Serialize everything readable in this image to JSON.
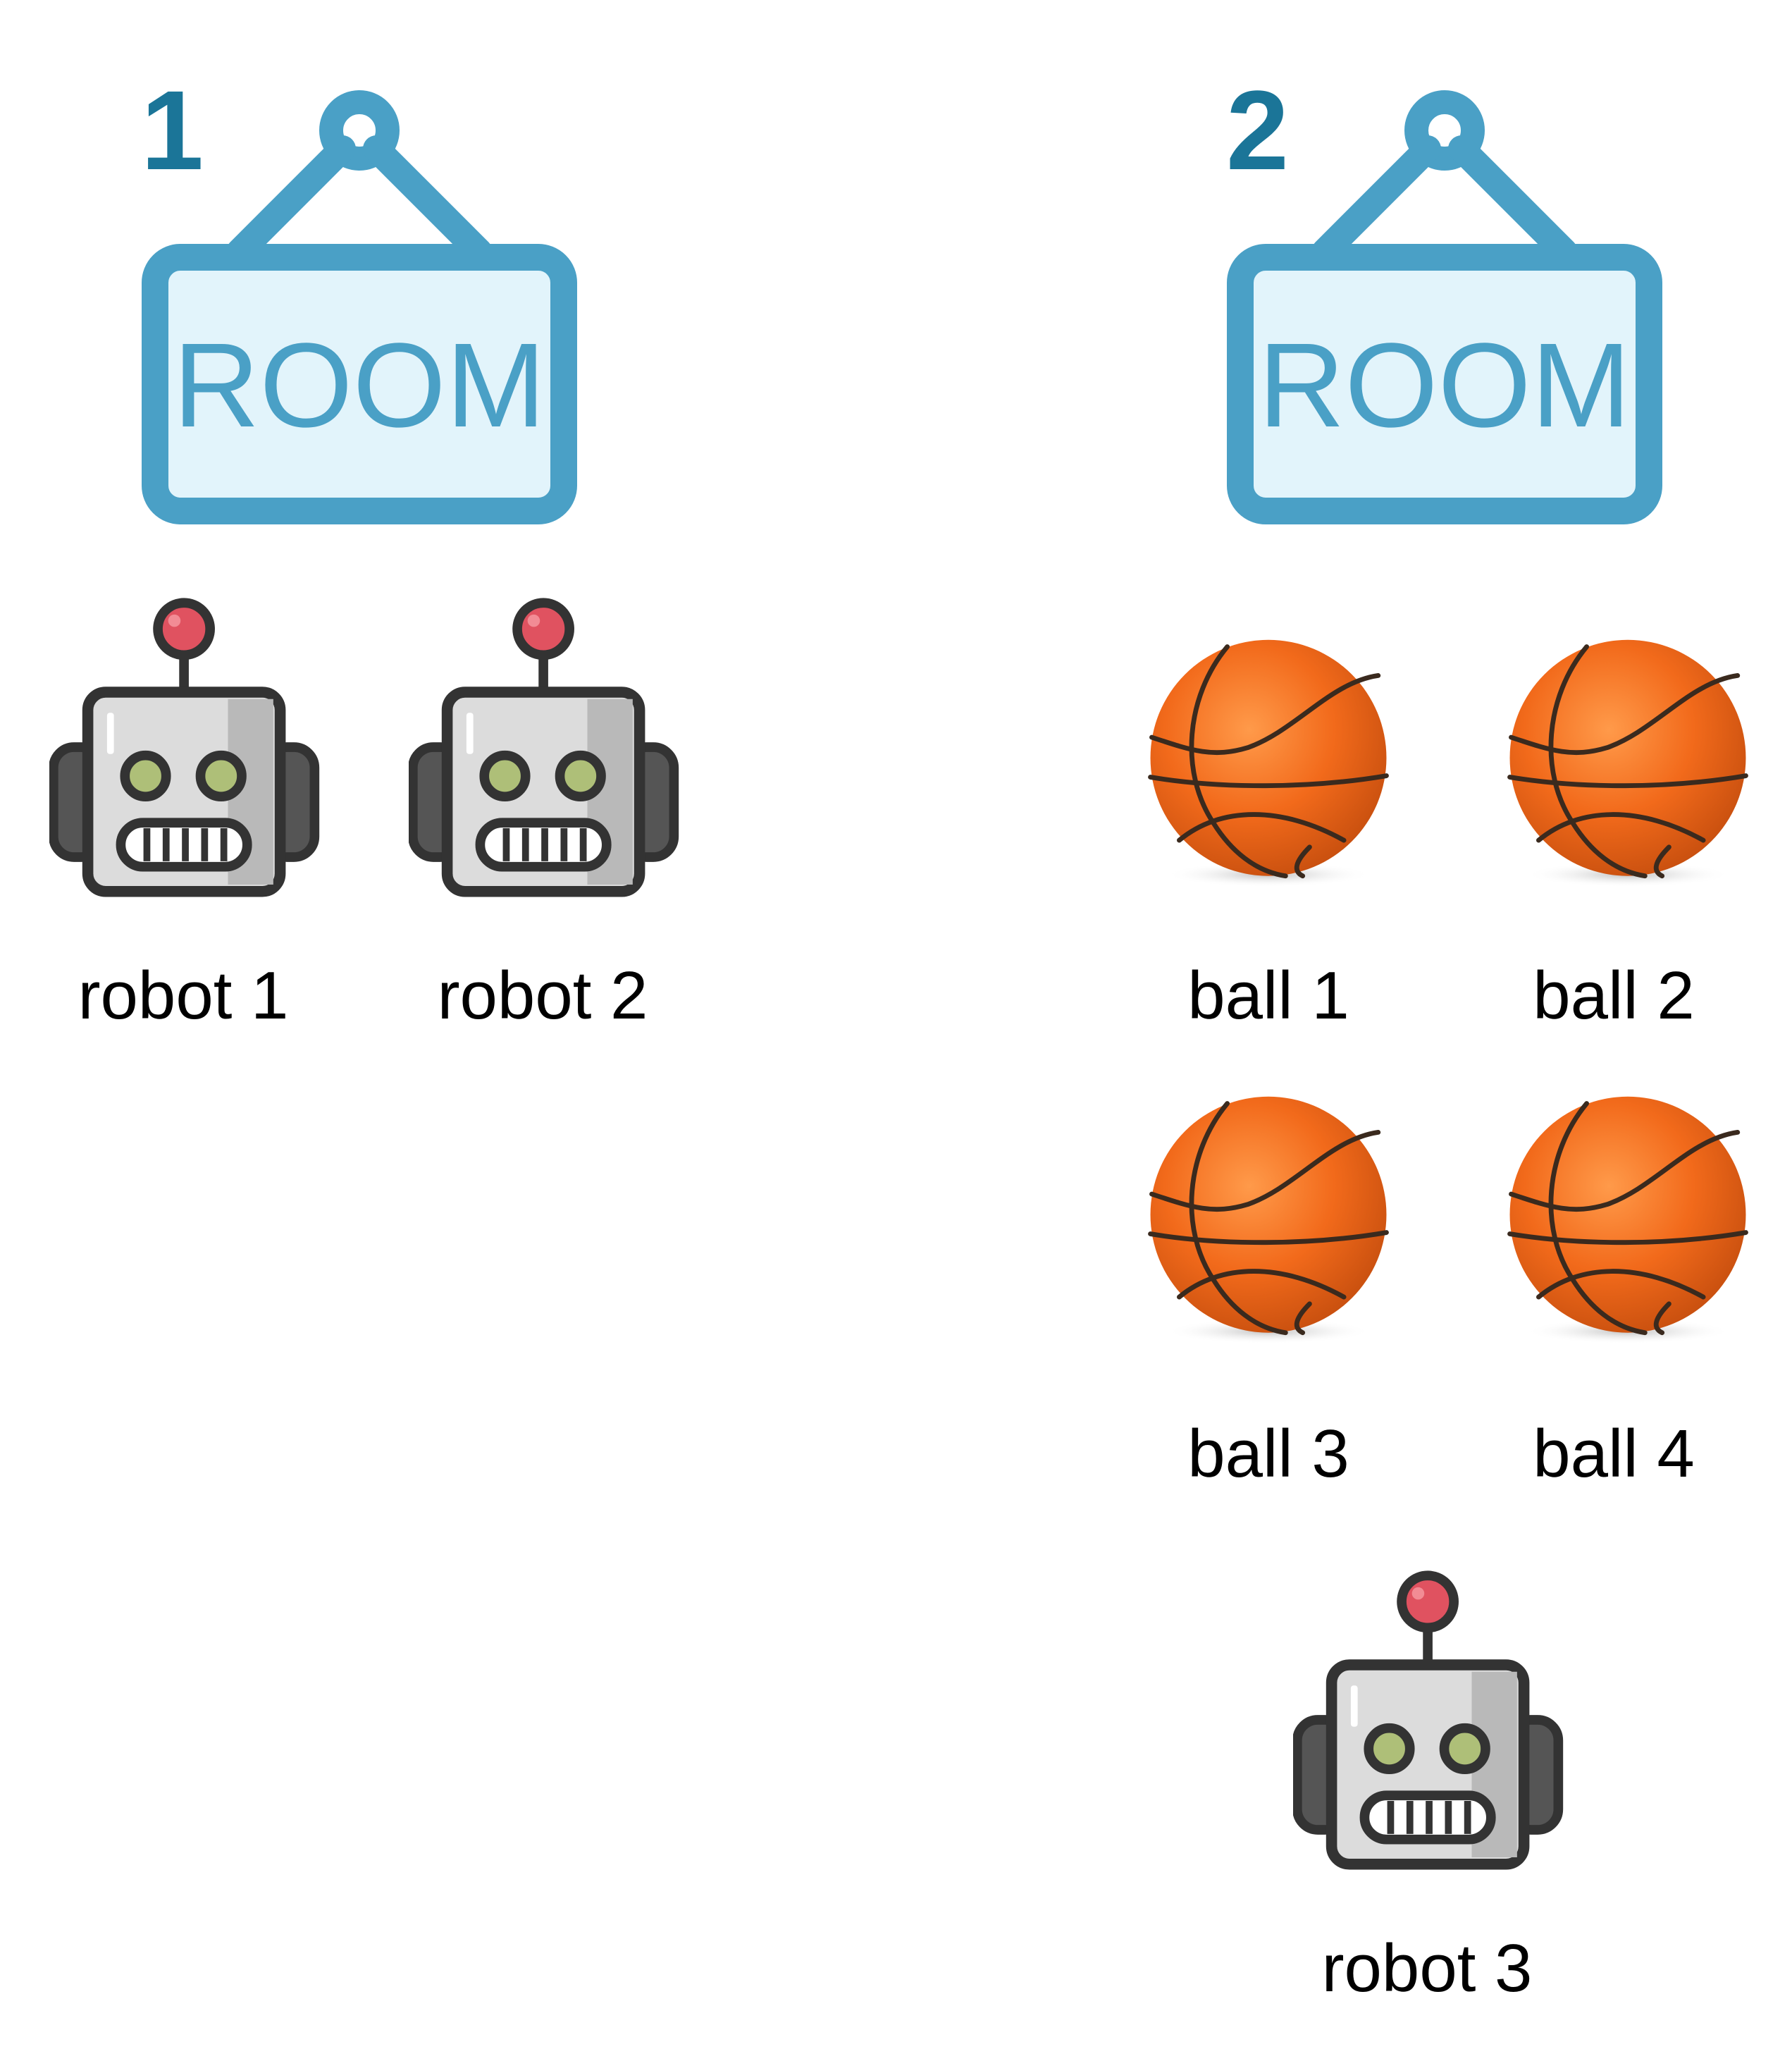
{
  "rooms": [
    {
      "number": "1",
      "sign_text": "ROOM"
    },
    {
      "number": "2",
      "sign_text": "ROOM"
    }
  ],
  "robots": [
    {
      "label": "robot 1"
    },
    {
      "label": "robot 2"
    },
    {
      "label": "robot 3"
    }
  ],
  "balls": [
    {
      "label": "ball 1"
    },
    {
      "label": "ball 2"
    },
    {
      "label": "ball 3"
    },
    {
      "label": "ball 4"
    }
  ],
  "icons": {
    "room": "room-sign-icon",
    "robot": "robot-icon",
    "ball": "basketball-icon"
  },
  "colors": {
    "room_number": "#1b7598",
    "sign_frame": "#4aa0c6",
    "sign_fill": "#e2f4fb",
    "ball": "#f26a1b",
    "robot_antenna": "#e05260"
  }
}
